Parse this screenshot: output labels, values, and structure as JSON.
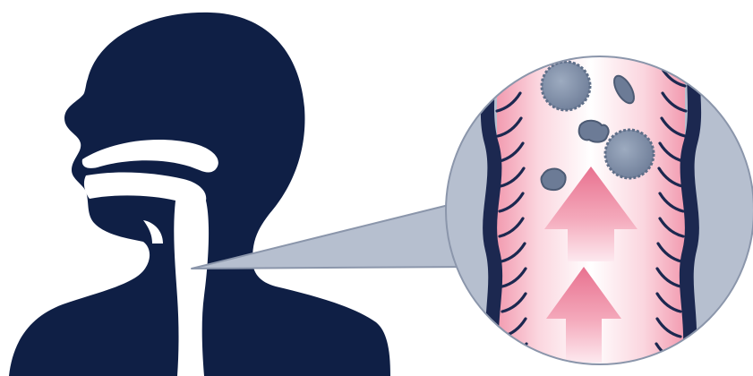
{
  "diagram": {
    "subject": "head-profile-with-airway",
    "magnified_view": "airway-lining-cilia",
    "colors": {
      "silhouette": "#0f1f45",
      "callout": "#b6bfcf",
      "callout_stroke": "#8b96ab",
      "lining": "#f29bb0",
      "lining_dark": "#e9748f",
      "cilia": "#1c2850",
      "particle": "#8796ae",
      "particle_dark": "#5f6f89",
      "arrow": "#e8718f",
      "arrow_fade": "#fde9ef",
      "background": "#ffffff"
    },
    "icons": {
      "head": "head-silhouette-icon",
      "arrows": "upward-arrow-icon",
      "particles": "dust-particle-icon"
    },
    "arrow_count": 2,
    "particle_count": 5
  }
}
